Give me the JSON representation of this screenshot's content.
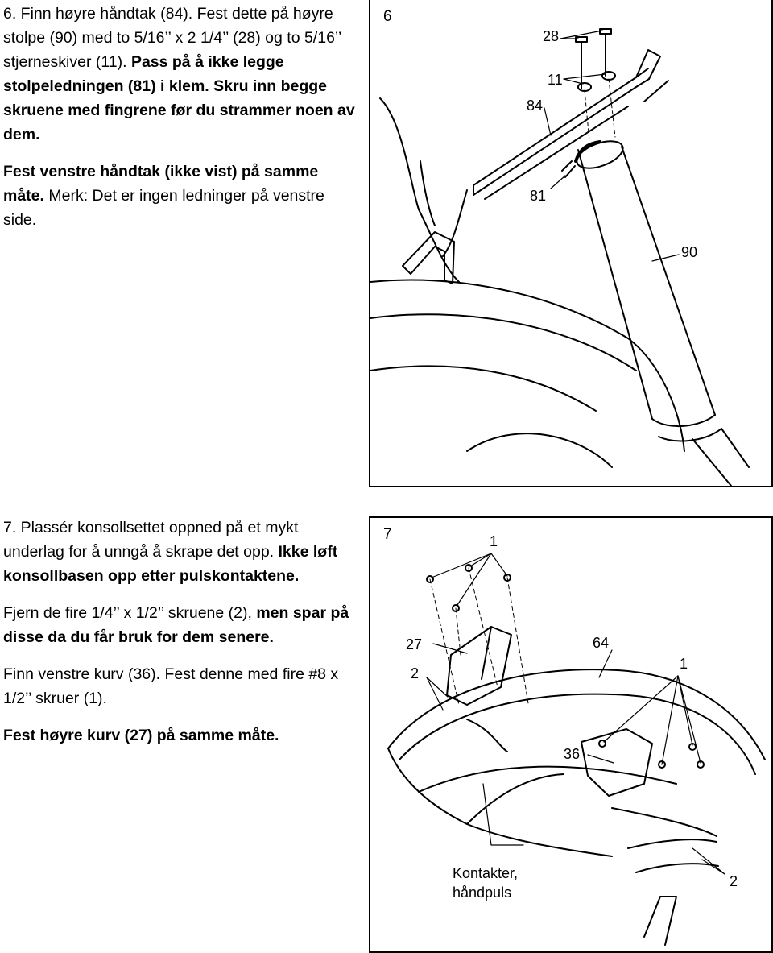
{
  "step6": {
    "para1_plain": "6. Finn høyre håndtak (84). Fest dette på høyre stolpe (90) med to 5/16’’ x 2 1/4’’ (28) og to 5/16’’ stjerneskiver (11). ",
    "para1_bold": "Pass på å ikke legge stolpeledningen (81) i klem. Skru inn begge skruene med fingrene før du strammer noen av dem.",
    "para2_bold": "Fest venstre håndtak (ikke vist) på samme måte.",
    "para2_plain": " Merk: Det er ingen ledninger på venstre side."
  },
  "step7": {
    "para1_plain": "7. Plassér konsollsettet oppned på et mykt underlag for å unngå å skrape det opp. ",
    "para1_bold": "Ikke løft konsollbasen opp etter pulskontaktene.",
    "para2_plain": "Fjern de fire 1/4’’ x 1/2’’ skruene (2), ",
    "para2_bold": "men spar på disse da du får bruk for dem senere.",
    "para3_plain": "Finn venstre kurv (36). Fest denne med fire #8 x 1/2’’ skruer (1).",
    "para4_bold": "Fest høyre kurv (27) på samme måte."
  },
  "figure6": {
    "number": "6",
    "labels": {
      "l28": "28",
      "l11": "11",
      "l84": "84",
      "l81": "81",
      "l90": "90"
    }
  },
  "figure7": {
    "number": "7",
    "labels": {
      "l1_top": "1",
      "l27": "27",
      "l2_left": "2",
      "l64": "64",
      "l1_right": "1",
      "l36": "36",
      "kontakter_line1": "Kontakter,",
      "kontakter_line2": "håndpuls",
      "l2_bottom": "2"
    }
  }
}
